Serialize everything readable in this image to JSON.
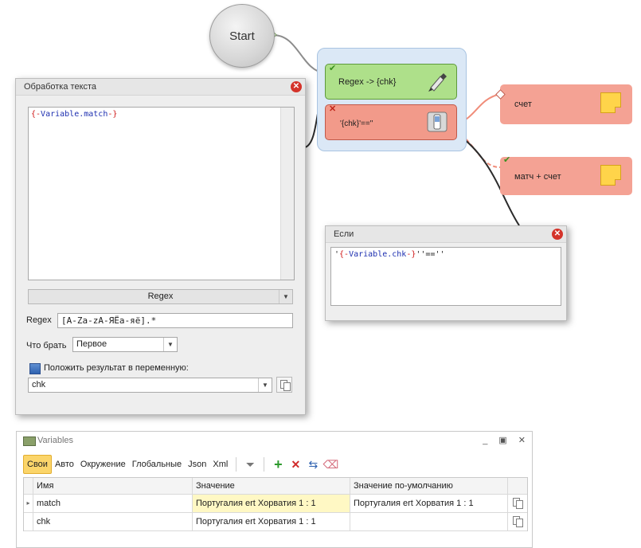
{
  "canvas": {
    "start_label": "Start",
    "actions": [
      {
        "label": "Regex -> {chk}",
        "status": "ok",
        "icon": "pen-icon"
      },
      {
        "label": "'{chk}'==\"",
        "status": "error",
        "icon": "switch-icon"
      }
    ],
    "notes": [
      {
        "label": "счет"
      },
      {
        "label": "матч + счет"
      }
    ]
  },
  "text_dialog": {
    "title": "Обработка текста",
    "editor_text": {
      "open": "{-",
      "var": "Variable.match",
      "close": "-}"
    },
    "mode_label": "Regex",
    "regex_label": "Regex",
    "regex_value": "[A-Za-zА-ЯЁа-яё].*",
    "take_label": "Что брать",
    "take_value": "Первое",
    "put_result_label": "Положить результат в переменную:",
    "variable_value": "chk"
  },
  "if_dialog": {
    "title": "Если",
    "code": {
      "q1": "'",
      "open": "{-",
      "var": "Variable.chk",
      "close": "-}",
      "rest": "''==''"
    }
  },
  "variables_panel": {
    "title": "Variables",
    "tabs": [
      "Свои",
      "Авто",
      "Окружение",
      "Глобальные",
      "Json",
      "Xml"
    ],
    "active_tab": "Свои",
    "columns": [
      "Имя",
      "Значение",
      "Значение по-умолчанию"
    ],
    "rows": [
      {
        "name": "match",
        "value": "Португалия ert Хорватия 1 : 1",
        "default": "Португалия ert Хорватия 1 : 1"
      },
      {
        "name": "chk",
        "value": "Португалия ert Хорватия 1 : 1",
        "default": ""
      }
    ]
  },
  "colors": {
    "action_ok": "#aee08a",
    "action_error": "#f29a8a",
    "note": "#f4a294",
    "active_tab": "#fbd56a",
    "group": "#dbe8f6"
  }
}
